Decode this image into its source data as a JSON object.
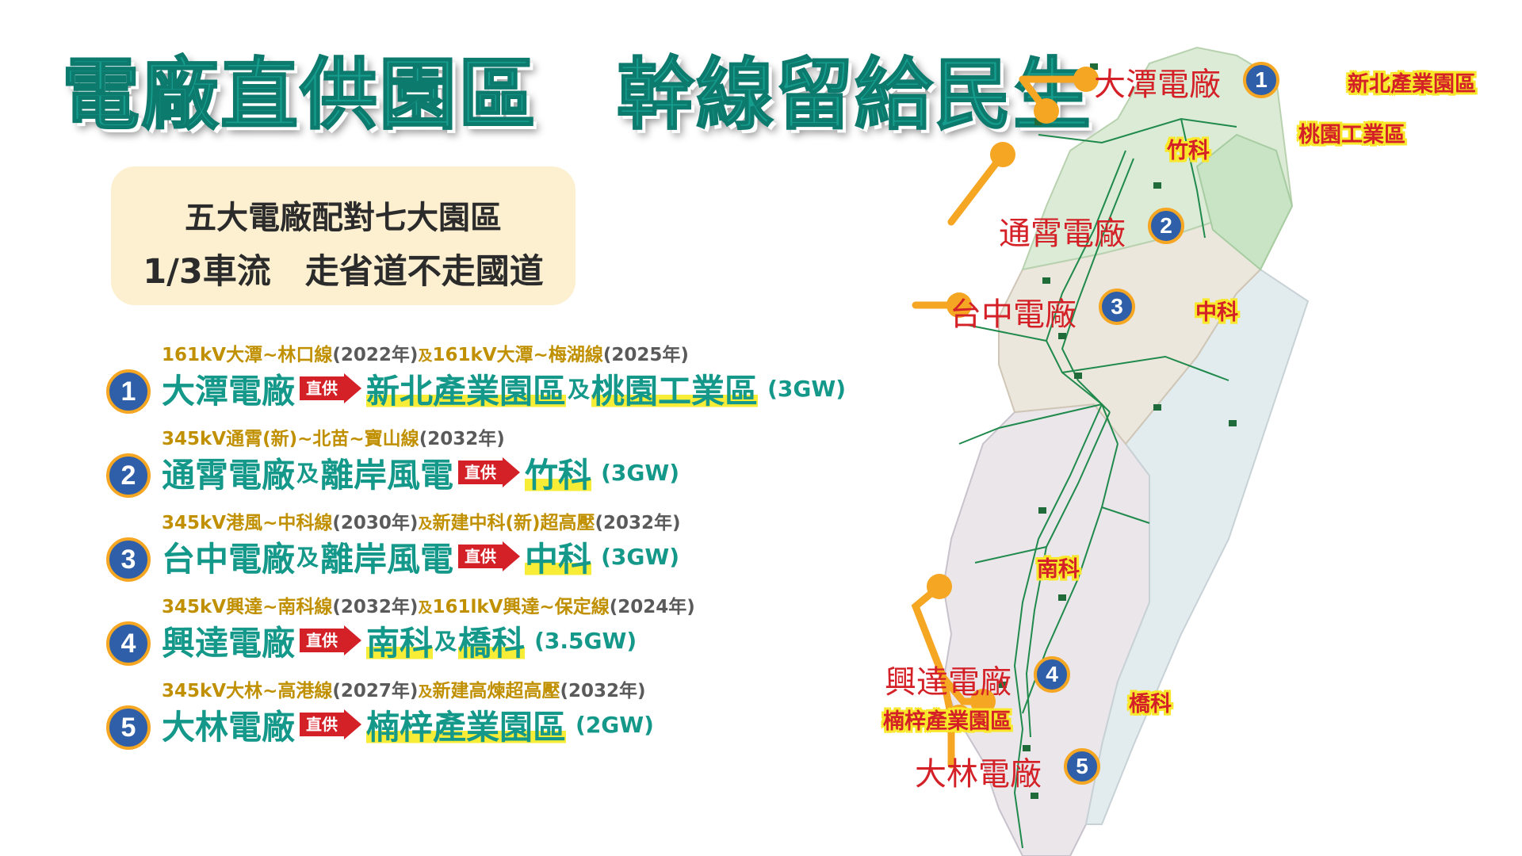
{
  "title": "電廠直供園區　幹線留給民生",
  "subtitle": {
    "line1": "五大電廠配對七大園區",
    "line2": "1/3車流　走省道不走國道"
  },
  "items": [
    {
      "num": "1",
      "note_a": "161kV大潭~林口線",
      "note_a_year": "(2022年)",
      "note_join": "及",
      "note_b": "161kV大潭~梅湖線",
      "note_b_year": "(2025年)",
      "plant": "大潭電廠",
      "plant_conj": "",
      "plant2": "",
      "arrow": "直供",
      "dest1": "新北產業園區",
      "dest_conj": "及",
      "dest2": "桃園工業區",
      "capacity": "(3GW)"
    },
    {
      "num": "2",
      "note_a": "345kV通霄(新)~北苗~寶山線",
      "note_a_year": "(2032年)",
      "note_join": "",
      "note_b": "",
      "note_b_year": "",
      "plant": "通霄電廠",
      "plant_conj": "及",
      "plant2": "離岸風電",
      "arrow": "直供",
      "dest1": "竹科",
      "dest_conj": "",
      "dest2": "",
      "capacity": "(3GW)"
    },
    {
      "num": "3",
      "note_a": "345kV港風~中科線",
      "note_a_year": "(2030年)",
      "note_join": "及",
      "note_b": "新建中科(新)超高壓",
      "note_b_year": "(2032年)",
      "plant": "台中電廠",
      "plant_conj": "及",
      "plant2": "離岸風電",
      "arrow": "直供",
      "dest1": "中科",
      "dest_conj": "",
      "dest2": "",
      "capacity": "(3GW)"
    },
    {
      "num": "4",
      "note_a": "345kV興達~南科線",
      "note_a_year": "(2032年)",
      "note_join": "及",
      "note_b": "161lkV興達~保定線",
      "note_b_year": "(2024年)",
      "plant": "興達電廠",
      "plant_conj": "",
      "plant2": "",
      "arrow": "直供",
      "dest1": "南科",
      "dest_conj": "及",
      "dest2": "橋科",
      "capacity": "(3.5GW)"
    },
    {
      "num": "5",
      "note_a": "345kV大林~高港線",
      "note_a_year": "(2027年)",
      "note_join": "及",
      "note_b": "新建高煉超高壓",
      "note_b_year": "(2032年)",
      "plant": "大林電廠",
      "plant_conj": "",
      "plant2": "",
      "arrow": "直供",
      "dest1": "楠梓產業園區",
      "dest_conj": "",
      "dest2": "",
      "capacity": "(2GW)"
    }
  ],
  "map": {
    "plants": [
      {
        "num": "1",
        "name": "大潭電廠"
      },
      {
        "num": "2",
        "name": "通霄電廠"
      },
      {
        "num": "3",
        "name": "台中電廠"
      },
      {
        "num": "4",
        "name": "興達電廠"
      },
      {
        "num": "5",
        "name": "大林電廠"
      }
    ],
    "parks": [
      "新北產業園區",
      "桃園工業區",
      "竹科",
      "中科",
      "南科",
      "橋科",
      "楠梓產業園區"
    ]
  },
  "colors": {
    "teal": "#14988a",
    "red": "#d42027",
    "badge_blue": "#2e5fa8",
    "badge_ring": "#f5a623",
    "route_orange": "#f5a623",
    "highlight_yellow": "#f7ed37",
    "note_gold": "#c09000",
    "grid_green": "#1f8a4c"
  }
}
